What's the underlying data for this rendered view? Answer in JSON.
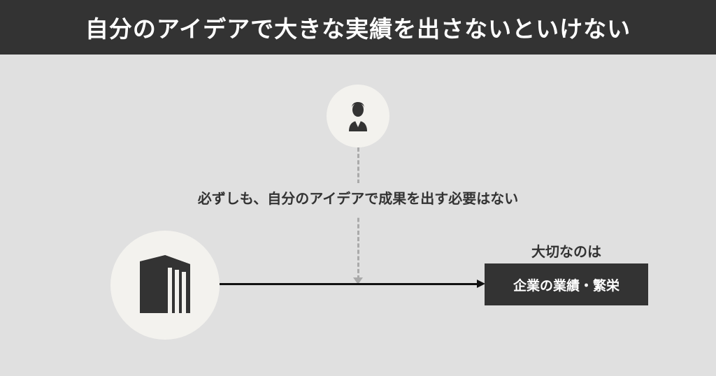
{
  "title": "自分のアイデアで大きな実績を出さないといけない",
  "middle_text": "必ずしも、自分のアイデアで成果を出す必要はない",
  "result_label": "大切なのは",
  "result_box": "企業の業績・繁栄",
  "icons": {
    "person": "person-icon",
    "building": "building-icon"
  },
  "colors": {
    "title_bar": "#333333",
    "background": "#e0e0e0",
    "circle": "#f3f2ee",
    "dashed_line": "#aaaaaa",
    "arrow": "#111111",
    "box": "#333333",
    "text_dark": "#333333"
  }
}
